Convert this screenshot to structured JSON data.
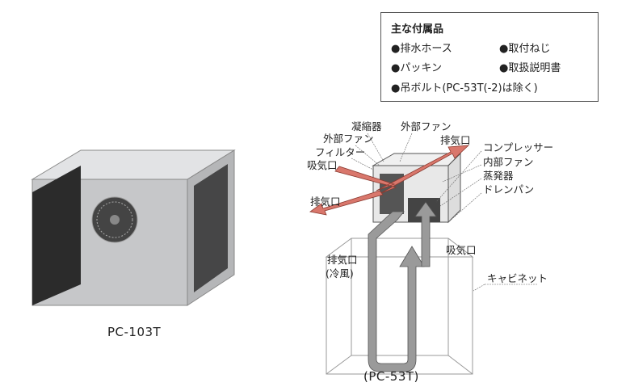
{
  "accessories": {
    "title": "主な付属品",
    "items": [
      "●排水ホース",
      "●取付ねじ",
      "●パッキン",
      "●取扱説明書",
      "●吊ボルト(PC-53T(-2)は除く)"
    ]
  },
  "left_product": {
    "caption": "PC-103T"
  },
  "right_product": {
    "caption": "(PC-53T)",
    "labels": {
      "condenser": "凝縮器",
      "external_fan_top": "外部ファン",
      "external_fan": "外部ファン",
      "exhaust_top": "排気口",
      "filter": "フィルター",
      "intake_top": "吸気口",
      "compressor": "コンプレッサー",
      "internal_fan": "内部ファン",
      "evaporator": "蒸発器",
      "drain_pan": "ドレンパン",
      "exhaust_left": "排気口",
      "intake_inner": "吸気口",
      "exhaust_cold": "排気口",
      "cold_air": "(冷風)",
      "cabinet": "キャビネット"
    }
  },
  "colors": {
    "hot_arrow": "#d9776c",
    "cool_arrow": "#9a9a9a",
    "unit": "#c9cacc"
  }
}
